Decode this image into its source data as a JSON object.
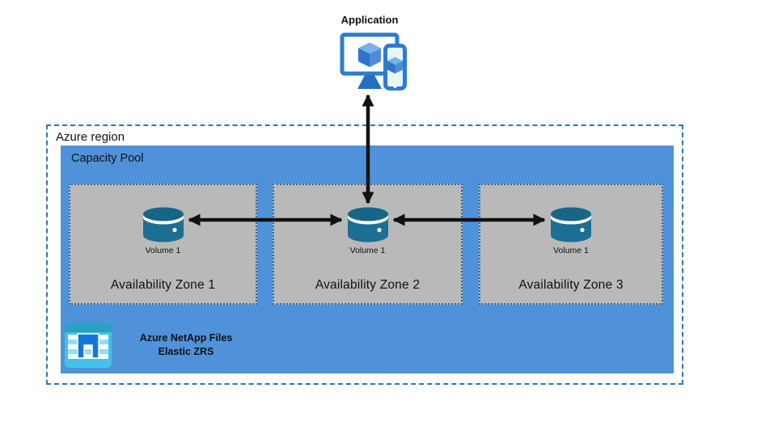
{
  "application": {
    "label": "Application"
  },
  "region": {
    "label": "Azure region"
  },
  "capacity_pool": {
    "label": "Capacity Pool"
  },
  "zones": [
    {
      "name": "Availability Zone 1",
      "volume": "Volume 1"
    },
    {
      "name": "Availability Zone 2",
      "volume": "Volume 1"
    },
    {
      "name": "Availability Zone 3",
      "volume": "Volume 1"
    }
  ],
  "branding": {
    "line1": "Azure NetApp Files",
    "line2": "Elastic ZRS"
  },
  "icons": {
    "application": "monitor-and-phone-with-cubes-icon",
    "volume": "storage-cylinder-icon",
    "branding": "azure-netapp-files-icon",
    "connections": "double-headed-arrow"
  },
  "colors": {
    "app_blue": "#2b7cd3",
    "cube_top": "#7ab1e8",
    "cube_left": "#2e74c9",
    "cube_right": "#4d8dd8",
    "stand_blue": "#2270c4",
    "region_border": "#2e75b6",
    "pool_blue": "#4f92d9",
    "zone_gray": "#b9b9b9",
    "zone_border": "#2867a8",
    "cylinder_body": "#1d6e93",
    "cylinder_top": "#176587",
    "arrow_black": "#111111",
    "netapp_bg": "#41c2e6",
    "netapp_header": "#2aa0c2",
    "netapp_stripe": "#8ee2f5",
    "netapp_n": "#1477d8"
  }
}
